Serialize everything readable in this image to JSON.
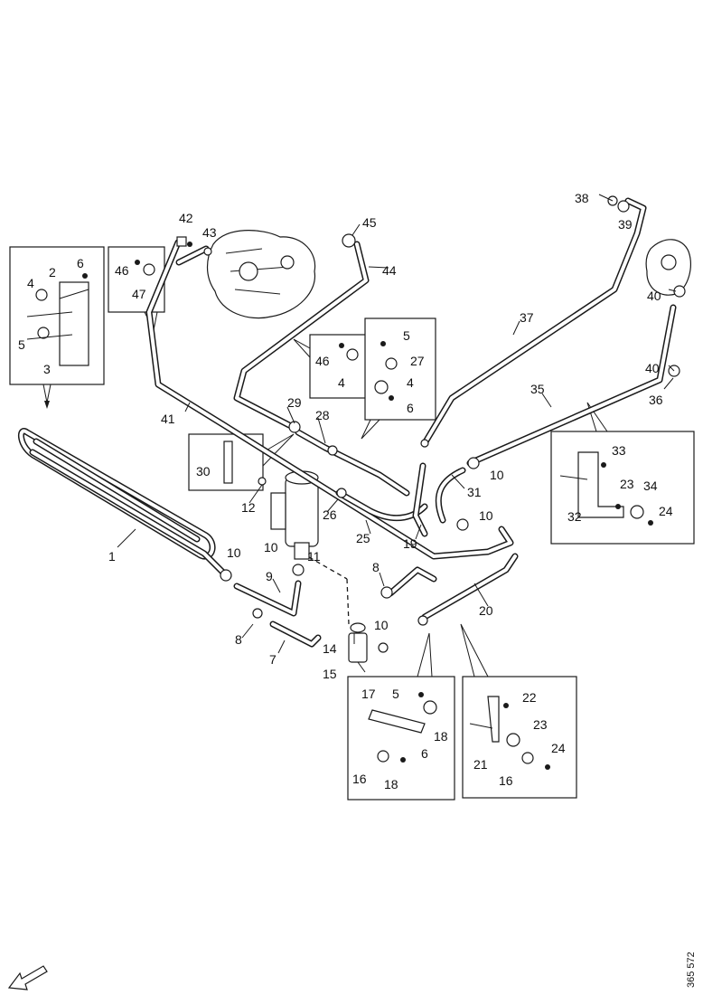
{
  "drawing_code": "365 572",
  "labels": [
    {
      "id": "l1",
      "text": "1"
    },
    {
      "id": "l2",
      "text": "2"
    },
    {
      "id": "l3",
      "text": "3"
    },
    {
      "id": "l4a",
      "text": "4"
    },
    {
      "id": "l5a",
      "text": "5"
    },
    {
      "id": "l6a",
      "text": "6"
    },
    {
      "id": "l7",
      "text": "7"
    },
    {
      "id": "l8a",
      "text": "8"
    },
    {
      "id": "l8b",
      "text": "8"
    },
    {
      "id": "l9",
      "text": "9"
    },
    {
      "id": "l10a",
      "text": "10"
    },
    {
      "id": "l10b",
      "text": "10"
    },
    {
      "id": "l10c",
      "text": "10"
    },
    {
      "id": "l10d",
      "text": "10"
    },
    {
      "id": "l10e",
      "text": "10"
    },
    {
      "id": "l11",
      "text": "11"
    },
    {
      "id": "l12",
      "text": "12"
    },
    {
      "id": "l14",
      "text": "14"
    },
    {
      "id": "l15",
      "text": "15"
    },
    {
      "id": "l16a",
      "text": "16"
    },
    {
      "id": "l16b",
      "text": "16"
    },
    {
      "id": "l17",
      "text": "17"
    },
    {
      "id": "l18a",
      "text": "18"
    },
    {
      "id": "l18b",
      "text": "18"
    },
    {
      "id": "l19",
      "text": "19"
    },
    {
      "id": "l20",
      "text": "20"
    },
    {
      "id": "l21",
      "text": "21"
    },
    {
      "id": "l22",
      "text": "22"
    },
    {
      "id": "l23a",
      "text": "23"
    },
    {
      "id": "l23b",
      "text": "23"
    },
    {
      "id": "l24a",
      "text": "24"
    },
    {
      "id": "l24b",
      "text": "24"
    },
    {
      "id": "l25",
      "text": "25"
    },
    {
      "id": "l26",
      "text": "26"
    },
    {
      "id": "l27",
      "text": "27"
    },
    {
      "id": "l28",
      "text": "28"
    },
    {
      "id": "l29",
      "text": "29"
    },
    {
      "id": "l30",
      "text": "30"
    },
    {
      "id": "l31",
      "text": "31"
    },
    {
      "id": "l32",
      "text": "32"
    },
    {
      "id": "l33",
      "text": "33"
    },
    {
      "id": "l34",
      "text": "34"
    },
    {
      "id": "l35",
      "text": "35"
    },
    {
      "id": "l36",
      "text": "36"
    },
    {
      "id": "l37",
      "text": "37"
    },
    {
      "id": "l38",
      "text": "38"
    },
    {
      "id": "l39",
      "text": "39"
    },
    {
      "id": "l40a",
      "text": "40"
    },
    {
      "id": "l40b",
      "text": "40"
    },
    {
      "id": "l41",
      "text": "41"
    },
    {
      "id": "l42",
      "text": "42"
    },
    {
      "id": "l43",
      "text": "43"
    },
    {
      "id": "l44",
      "text": "44"
    },
    {
      "id": "l45",
      "text": "45"
    },
    {
      "id": "l46a",
      "text": "46"
    },
    {
      "id": "l46b",
      "text": "46"
    },
    {
      "id": "l47",
      "text": "47"
    },
    {
      "id": "l4b",
      "text": "4"
    },
    {
      "id": "l4c",
      "text": "4"
    },
    {
      "id": "l5b",
      "text": "5"
    },
    {
      "id": "l5c",
      "text": "5"
    },
    {
      "id": "l6b",
      "text": "6"
    },
    {
      "id": "l6c",
      "text": "6"
    }
  ]
}
